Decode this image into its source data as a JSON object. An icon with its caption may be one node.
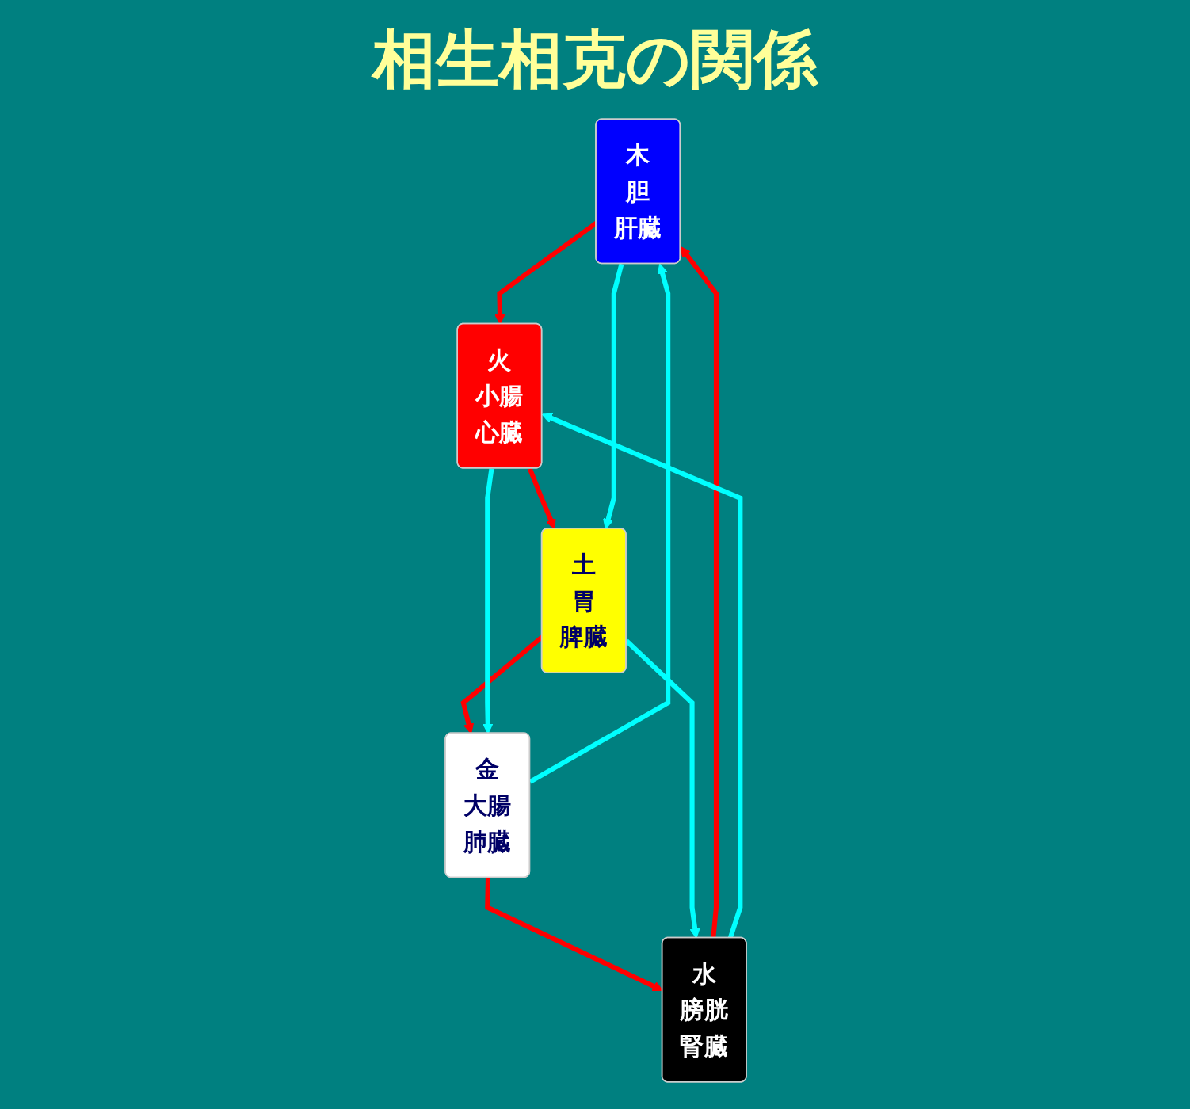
{
  "diagram": {
    "title": "相生相克の関係",
    "nodes": [
      {
        "text": [
          "木",
          "胆",
          "肝臓"
        ]
      },
      {
        "text": [
          "火",
          "小腸",
          "心臓"
        ]
      },
      {
        "text": [
          "土",
          "胃",
          "脾臓"
        ]
      },
      {
        "text": [
          "金",
          "大腸",
          "肺臓"
        ]
      },
      {
        "text": [
          "水",
          "膀胱",
          "腎臓"
        ]
      }
    ],
    "edges": [
      {
        "from": 0,
        "to": 1,
        "arrow": "to",
        "color": "#ff0000"
      },
      {
        "from": 1,
        "to": 2,
        "arrow": "to",
        "color": "#ff0000"
      },
      {
        "from": 2,
        "to": 3,
        "arrow": "to",
        "color": "#ff0000"
      },
      {
        "from": 3,
        "to": 4,
        "arrow": "to",
        "color": "#ff0000"
      },
      {
        "from": 4,
        "to": 0,
        "arrow": "to",
        "color": "#ff0000"
      },
      {
        "from": 0,
        "to": 2,
        "arrow": "to",
        "color": "#00ffff"
      },
      {
        "from": 2,
        "to": 4,
        "arrow": "to",
        "color": "#00ffff"
      },
      {
        "from": 4,
        "to": 1,
        "arrow": "to",
        "color": "#00ffff"
      },
      {
        "from": 1,
        "to": 3,
        "arrow": "to",
        "color": "#00ffff"
      },
      {
        "from": 3,
        "to": 0,
        "arrow": "to",
        "color": "#00ffff"
      }
    ]
  }
}
